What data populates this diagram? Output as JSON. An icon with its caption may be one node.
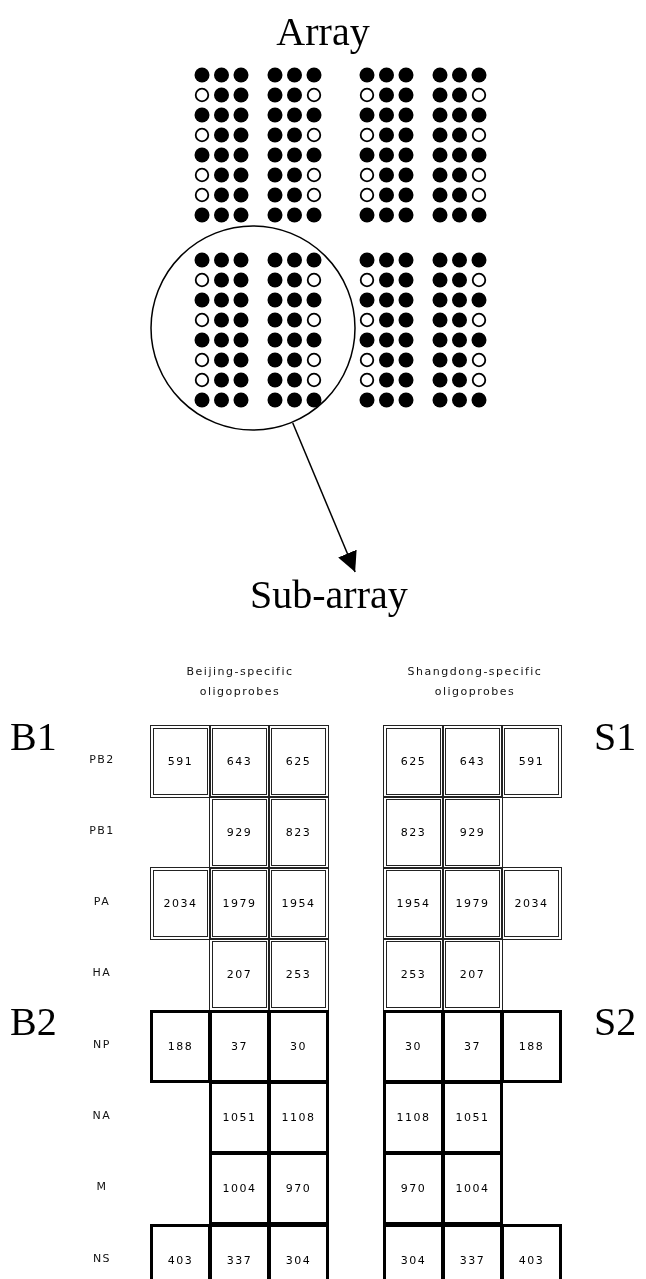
{
  "diagram": {
    "title": "Array",
    "nodes": [
      {
        "text": [],
        "shape": "circle"
      },
      {
        "text": [
          "Sub-array"
        ]
      }
    ],
    "edges": [
      {
        "from": 0,
        "to": 1,
        "arrow": "to"
      }
    ],
    "labels": [
      "Beijing-specific oligoprobes",
      "Shangdong-specific oligoprobes",
      "B1",
      "PB2",
      "591",
      "643",
      "625",
      "625",
      "643",
      "591",
      "S1",
      "PB1",
      "929",
      "823",
      "823",
      "929",
      "PA",
      "2034",
      "1979",
      "1954",
      "1954",
      "1979",
      "2034",
      "HA",
      "207",
      "253",
      "253",
      "207",
      "B2",
      "NP",
      "188",
      "37",
      "30",
      "30",
      "37",
      "188",
      "S2",
      "NA",
      "1051",
      "1108",
      "1108",
      "1051",
      "M",
      "1004",
      "970",
      "970",
      "1004",
      "NS",
      "403",
      "337",
      "304",
      "304",
      "337",
      "403"
    ]
  }
}
